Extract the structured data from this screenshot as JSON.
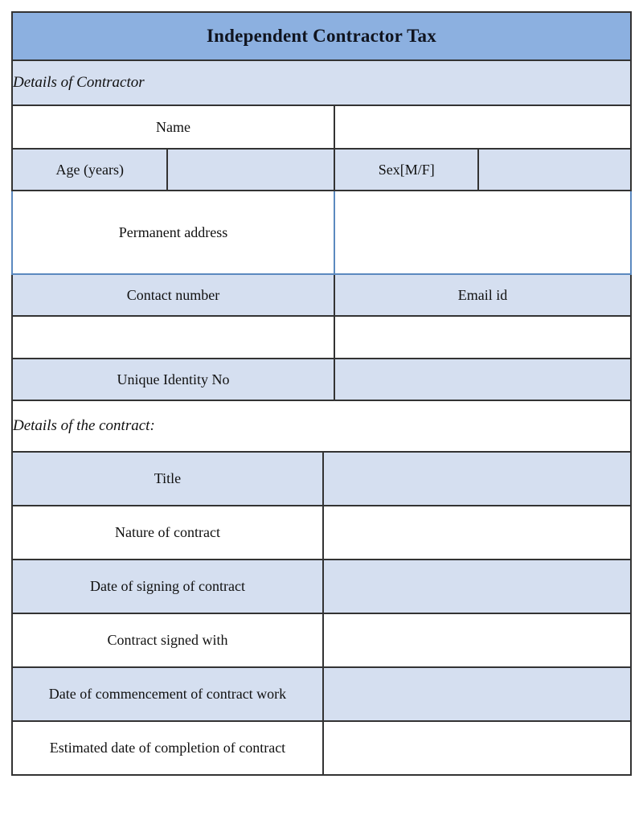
{
  "document": {
    "title": "Independent Contractor Tax"
  },
  "colors": {
    "header_blue": "#8cb0e0",
    "row_blue": "#d5dff0",
    "row_white": "#ffffff",
    "border_dark": "#333333",
    "border_accent": "#5b89bf"
  },
  "sections": {
    "contractor": {
      "heading": "Details of Contractor",
      "fields": {
        "name": "Name",
        "age": "Age (years)",
        "sex": "Sex[M/F]",
        "permanent_address": "Permanent address",
        "contact_number": "Contact number",
        "email_id": "Email id",
        "unique_identity_no": "Unique Identity No"
      }
    },
    "contract": {
      "heading": "Details of the contract:",
      "rows": [
        {
          "label": "Title",
          "value": ""
        },
        {
          "label": "Nature of contract",
          "value": ""
        },
        {
          "label": "Date of signing of contract",
          "value": ""
        },
        {
          "label": "Contract signed with",
          "value": ""
        },
        {
          "label": "Date of commencement of contract work",
          "value": ""
        },
        {
          "label": "Estimated date of completion of contract",
          "value": ""
        }
      ]
    }
  },
  "values": {
    "name": "",
    "age": "",
    "sex": "",
    "permanent_address": "",
    "contact_number": "",
    "email_id": "",
    "unique_identity_no": ""
  }
}
